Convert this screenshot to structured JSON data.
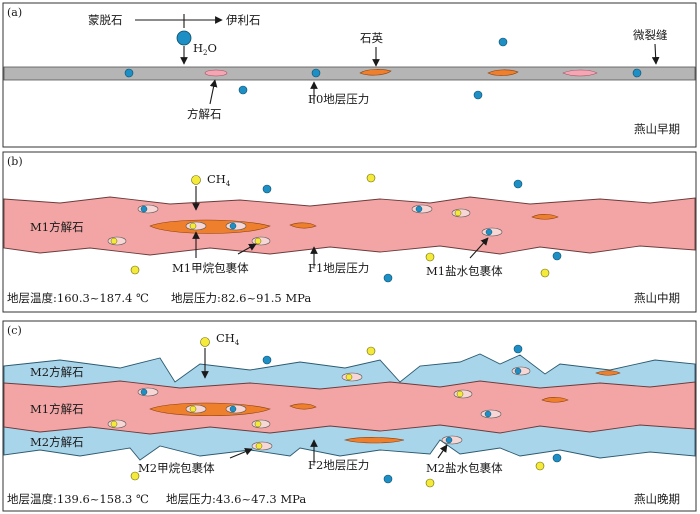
{
  "colors": {
    "fracture_gray": "#b5b5b5",
    "m1_calcite": "#f3a5a5",
    "m2_calcite": "#a9d5ea",
    "quartz": "#ee7f2c",
    "calcite_grain": "#f4a6b5",
    "water_molecule": "#1e8fc4",
    "methane_molecule": "#f4ea3c",
    "inclusion_rim": "#f7d6d6"
  },
  "panel_a": {
    "id": "(a)",
    "montmorillonite": "蒙脱石",
    "illite": "伊利石",
    "water": "H",
    "water_sub": "2",
    "water_tail": "O",
    "quartz": "石英",
    "microfracture": "微裂缝",
    "calcite": "方解石",
    "pressure": "F0地层压力",
    "stage": "燕山早期"
  },
  "panel_b": {
    "id": "(b)",
    "methane": "CH",
    "methane_sub": "4",
    "m1_calcite": "M1方解石",
    "methane_inclusion": "M1甲烷包裹体",
    "pressure": "F1地层压力",
    "brine_inclusion": "M1盐水包裹体",
    "temperature": "地层温度:160.3~187.4 ℃",
    "formation_pressure": "地层压力:82.6~91.5 MPa",
    "stage": "燕山中期"
  },
  "panel_c": {
    "id": "(c)",
    "methane": "CH",
    "methane_sub": "4",
    "m2_calcite_top": "M2方解石",
    "m1_calcite": "M1方解石",
    "m2_calcite_bottom": "M2方解石",
    "methane_inclusion": "M2甲烷包裹体",
    "pressure": "F2地层压力",
    "brine_inclusion": "M2盐水包裹体",
    "temperature": "地层温度:139.6~158.3 ℃",
    "formation_pressure": "地层压力:43.6~47.3 MPa",
    "stage": "燕山晚期"
  }
}
